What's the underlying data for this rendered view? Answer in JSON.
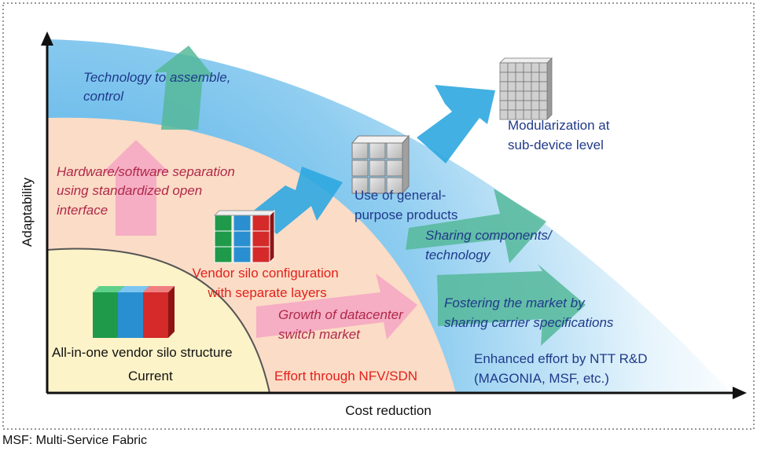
{
  "axes": {
    "x_label": "Cost reduction",
    "y_label": "Adaptability"
  },
  "labels": {
    "tech_assemble": [
      "Technology to assemble,",
      "control"
    ],
    "hw_sw_separation": [
      "Hardware/software separation",
      "using standardized open",
      "interface"
    ],
    "modularization": [
      "Modularization at",
      "sub-device level"
    ],
    "general_purpose": [
      "Use of general-",
      "purpose products"
    ],
    "sharing_components": [
      "Sharing components/",
      "technology"
    ],
    "vendor_silo_layers": [
      "Vendor silo configuration",
      "with separate layers"
    ],
    "growth_datacenter": [
      "Growth of datacenter",
      "switch market"
    ],
    "fostering_market": [
      "Fostering the market by",
      "sharing carrier specifications"
    ],
    "all_in_one": "All-in-one vendor silo structure",
    "current": "Current",
    "nfv_sdn": "Effort through NFV/SDN",
    "ntt_effort": [
      "Enhanced effort by NTT R&D",
      "(MAGONIA, MSF, etc.)"
    ]
  },
  "footnote": "MSF: Multi-Service Fabric",
  "colors": {
    "current_zone": "#fdf3c8",
    "nfv_zone": "#fbdcc6",
    "ntt_zone_inner": "#4aaee8",
    "pink_arrow": "#f5a6c3",
    "teal_arrow": "#55b89a",
    "blue_arrow": "#2ea7e0",
    "navy_text": "#1f3a8a",
    "red_text": "#e2211c",
    "magenta_text": "#b0284a",
    "silo_green": "#1f9a4a",
    "silo_blue": "#2a8fd0",
    "silo_red": "#d42a2a"
  }
}
